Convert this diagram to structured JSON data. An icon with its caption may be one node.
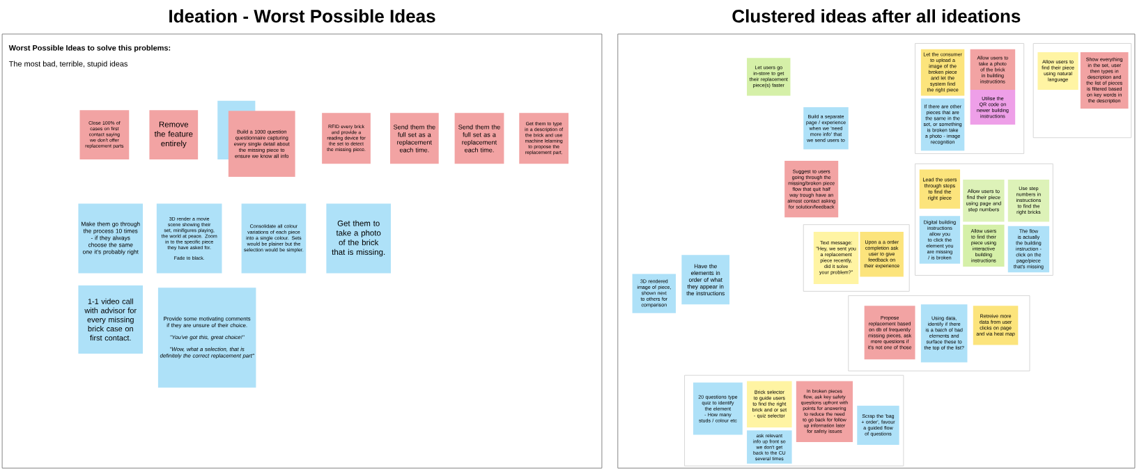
{
  "diagram": {
    "nodes": [
      {
        "text": [
          "Ideation - Worst Possible Ideas",
          "Worst Possible Ideas to solve this problems:",
          "The most bad, terrible, stupid ideas"
        ]
      },
      {
        "text": [
          "Close 100% of cases on first contact saying we don't offer replacement parts"
        ],
        "in": 0
      },
      {
        "text": [
          "Remove the feature entirely"
        ],
        "in": 0
      },
      {
        "text": [],
        "shape": "box",
        "in": 0
      },
      {
        "text": [
          "Build a 1000 question questionnaire capturing every single detail about the missing piece to ensure we know all info"
        ],
        "in": 0
      },
      {
        "text": [
          "RFID every brick and provide a reading device for the set to detect the missing piece."
        ],
        "in": 0
      },
      {
        "text": [
          "Send them the full set as a replacement each time."
        ],
        "in": 0
      },
      {
        "text": [
          "Send them the full set as a replacement each time."
        ],
        "in": 0
      },
      {
        "text": [
          "Get them to type in a description of the brick and use machine lelarning to propose the replacement part."
        ],
        "in": 0
      },
      {
        "text": [
          "Make them go through the process 10 times - if they always choose the same one it's probably right"
        ],
        "in": 0
      },
      {
        "text": [
          "3D render a movie scene showing their set, minifigures playing, the world at peace. Zoom in to the specific piece they have asked for.",
          "Fade to black."
        ],
        "in": 0
      },
      {
        "text": [
          "Consolidate all colour variations of each piece into a single colour. Sets would be plainer but the selection would be simpler."
        ],
        "in": 0
      },
      {
        "text": [
          "Get them to take a photo of the brick that is missing."
        ],
        "in": 0
      },
      {
        "text": [
          "1-1 video call with advisor for every missing brick case on first contact."
        ],
        "in": 0
      },
      {
        "text": [
          "Provide some motivating comments if they are unsure of their choice.",
          "\"You've got this, great choice!\"",
          "\"Wow, what a selection, that is definitely the correct replacement part\""
        ],
        "in": 0
      },
      {
        "text": [
          "Clustered ideas after all ideations"
        ]
      },
      {
        "text": [
          "Let users go in-store to get their replacement piece(s) faster"
        ],
        "in": 15
      },
      {
        "text": [],
        "shape": "box",
        "in": 15
      },
      {
        "text": [
          "Let the consumer to upload a image of the broken piece and let the system find the right piece"
        ],
        "in": 17
      },
      {
        "text": [
          "Allow users to take a photo of the brick in building instructions"
        ],
        "in": 17
      },
      {
        "text": [
          "If there are other pieces that are the same in the set, or something is broken take a photo - image recognition"
        ],
        "in": 17
      },
      {
        "text": [
          "Utilise the QR code on newer building instructions"
        ],
        "in": 17
      },
      {
        "text": [],
        "shape": "box",
        "in": 15
      },
      {
        "text": [
          "Allow users to find their piece using natural language"
        ],
        "in": 22
      },
      {
        "text": [
          "Show everything in the set, user then types in description and the list of pieces is filtered based on key words in the description"
        ],
        "in": 22
      },
      {
        "text": [
          "Build a separate page / experience when we 'need more info' that we send users to"
        ],
        "in": 15
      },
      {
        "text": [
          "Suggest to users going through the missing/broken piece flow that quit half way trough have an almost contact asking for solution/feedback"
        ],
        "in": 15
      },
      {
        "text": [],
        "shape": "box",
        "in": 15
      },
      {
        "text": [
          "Lead the users through steps to find the right piece"
        ],
        "in": 27
      },
      {
        "text": [
          "Allow users to find their piece using page and step numbers"
        ],
        "in": 27
      },
      {
        "text": [
          "Use step numbers in instructions to find the right bricks"
        ],
        "in": 27
      },
      {
        "text": [
          "Digital building instructions allow you to click the element you are missing / is broken"
        ],
        "in": 27
      },
      {
        "text": [
          "Allow users to find their piece using interactive building instructions"
        ],
        "in": 27
      },
      {
        "text": [
          "The flow is actually the building instruction - click on the page/piece that's missing"
        ],
        "in": 27
      },
      {
        "text": [],
        "shape": "box",
        "in": 15
      },
      {
        "text": [
          "Text message: \"Hey, we sent you a replacement piece recently, did it solve your problem?\""
        ],
        "in": 34
      },
      {
        "text": [
          "Upon a a order completion ask user to give feedback on their experience"
        ],
        "in": 34
      },
      {
        "text": [
          "3D rendered image of piece, shown next to others for comparison"
        ],
        "in": 15
      },
      {
        "text": [
          "Have the elements in order of what they appear in the instructions"
        ],
        "in": 15
      },
      {
        "text": [],
        "shape": "box",
        "in": 15
      },
      {
        "text": [
          "Propose replacement based on db of frequently missing pieces, ask more questions if it's not one of those"
        ],
        "in": 39
      },
      {
        "text": [
          "Using data, identify if there is a batch of bad elements and surface these to the top of the list?"
        ],
        "in": 39
      },
      {
        "text": [
          "Retreive more data from user clicks on page and via heat map"
        ],
        "in": 39
      },
      {
        "text": [],
        "shape": "box",
        "in": 15
      },
      {
        "text": [
          "20 questions type quiz to identify the element - How many studs / colour etc"
        ],
        "in": 43
      },
      {
        "text": [
          "Brick selector to guide users to find the right brick and or set - quiz selector"
        ],
        "in": 43
      },
      {
        "text": [
          "In broken pieces flow, ask key safety questions upfront with points for answering to reduce the need to go back for follow up information later for safety issues"
        ],
        "in": 43
      },
      {
        "text": [
          "ask relevant info up front so we don't get back to the CU several times"
        ],
        "in": 43
      },
      {
        "text": [
          "Scrap the 'bag + order', favour a guided flow of questions"
        ],
        "in": 43
      }
    ]
  }
}
